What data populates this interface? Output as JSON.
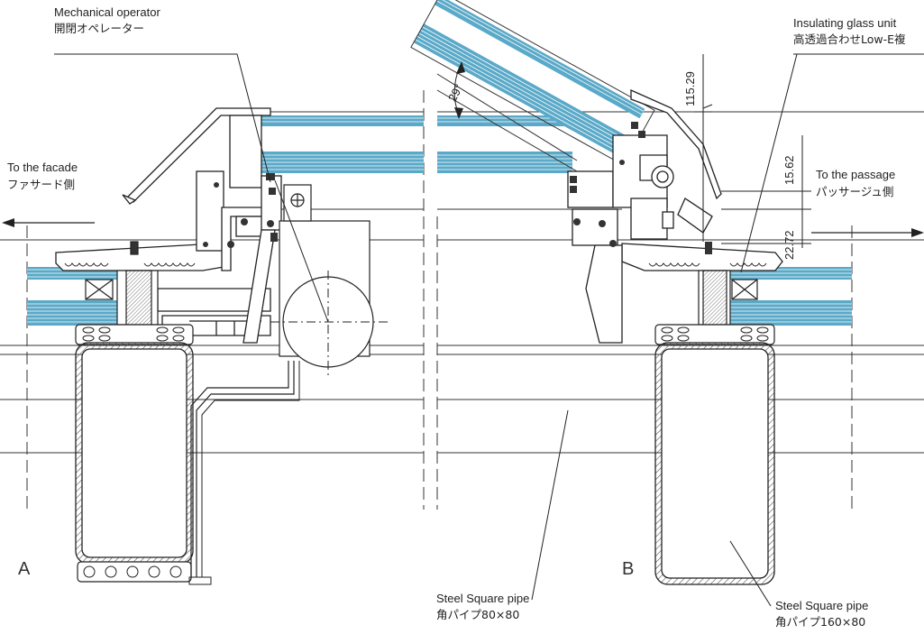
{
  "labels": {
    "operator_en": "Mechanical operator",
    "operator_jp": "開閉オペレーター",
    "facade_en": "To the facade",
    "facade_jp": "ファサード側",
    "igu_en": "Insulating glass unit",
    "igu_jp": "高透過合わせLow-E複",
    "passage_en": "To the passage",
    "passage_jp": "パッサージュ側",
    "pipe80_en": "Steel Square pipe",
    "pipe80_jp": "角パイプ80×80",
    "pipe160_en": "Steel Square pipe",
    "pipe160_jp": "角パイプ160×80",
    "section_a": "A",
    "section_b": "B"
  },
  "dimensions": {
    "d1": "115.29",
    "d2": "15.62",
    "d3": "22.72",
    "angle": "29°"
  },
  "colors": {
    "line": "#2a2a2a",
    "glass": "#5aa9c8",
    "glass_dark": "#2d7ea3",
    "hatch": "#555555"
  }
}
